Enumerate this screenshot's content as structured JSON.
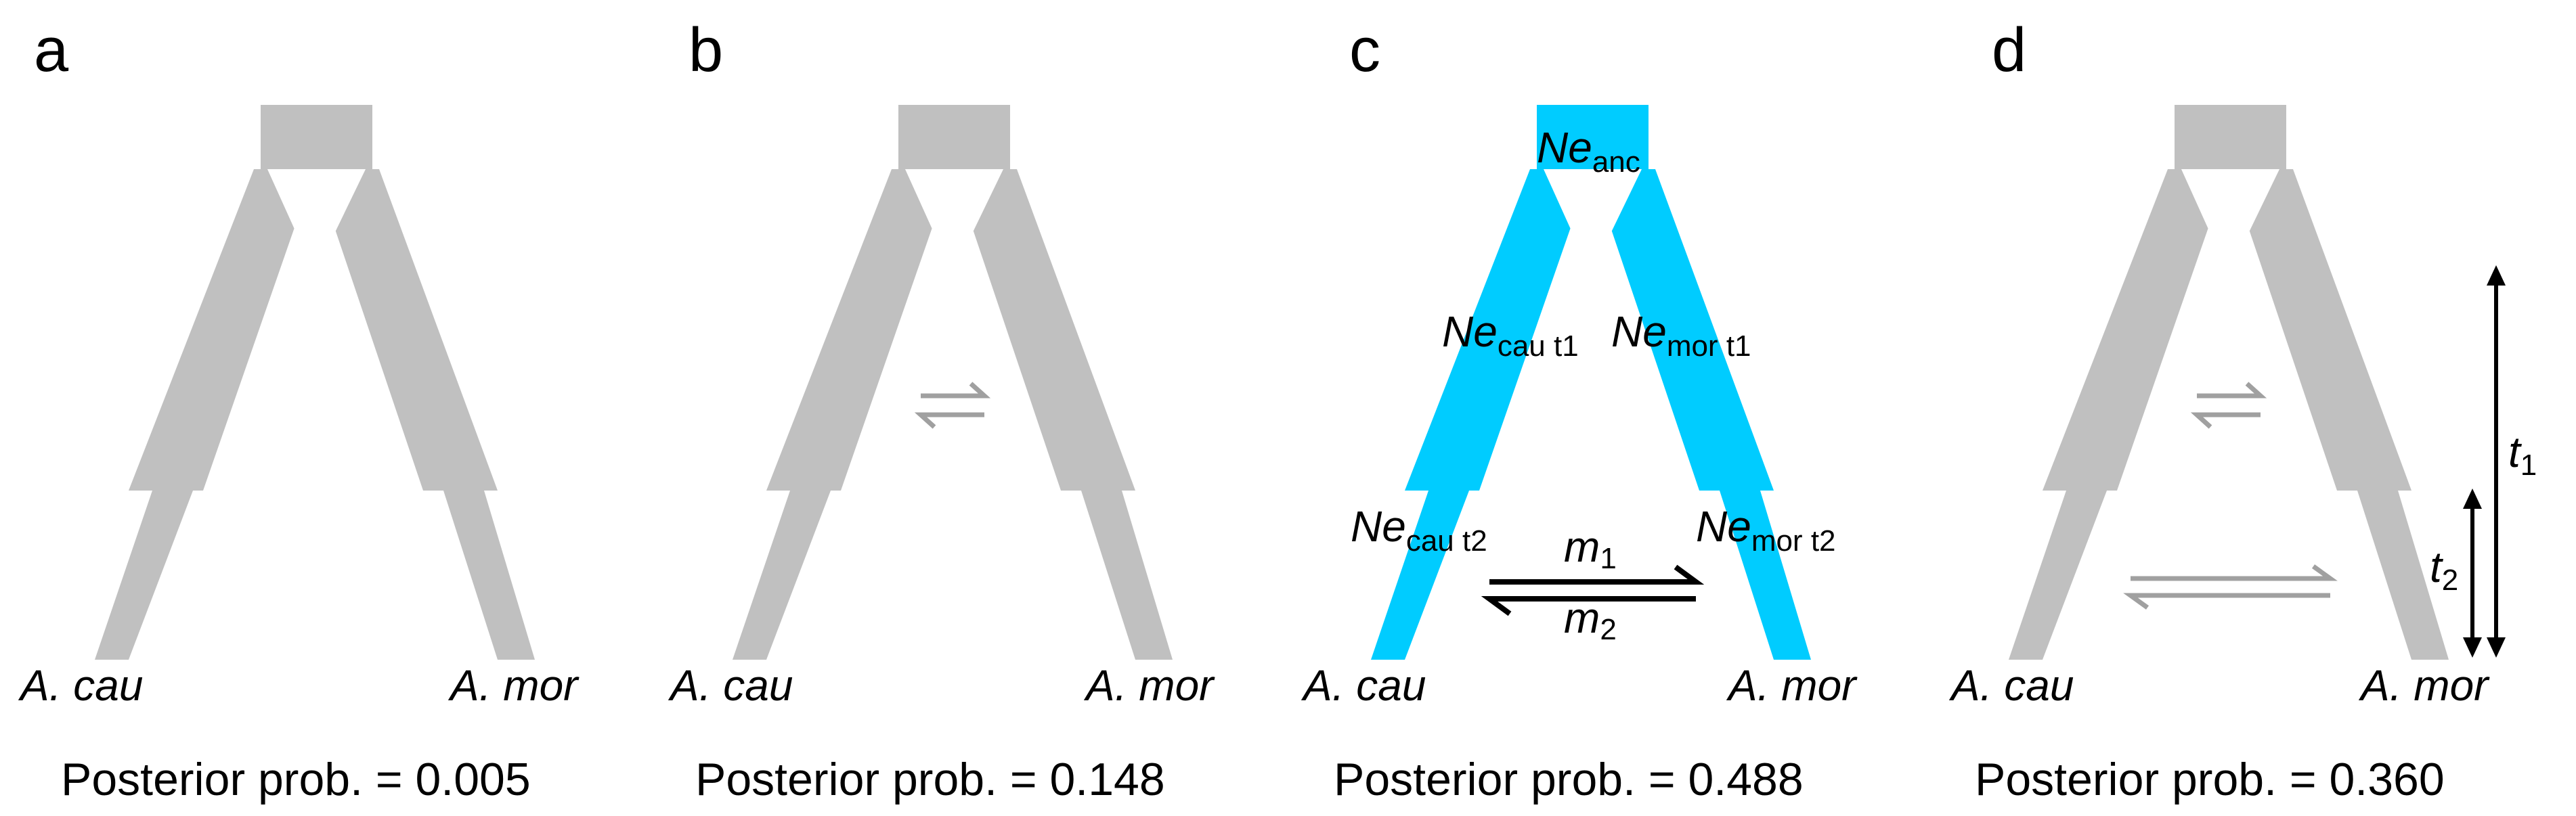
{
  "panels": [
    {
      "letter": "a",
      "color": "#c0c0c0",
      "species_left": "A. cau",
      "species_right": "A. mor",
      "posterior": "Posterior prob. = 0.005",
      "migration": "none"
    },
    {
      "letter": "b",
      "color": "#c0c0c0",
      "species_left": "A. cau",
      "species_right": "A. mor",
      "posterior": "Posterior prob. = 0.148",
      "migration": "ancestral-period"
    },
    {
      "letter": "c",
      "color": "#00ccff",
      "species_left": "A. cau",
      "species_right": "A. mor",
      "posterior": "Posterior prob. = 0.488",
      "migration": "recent-period",
      "labels": {
        "ne_anc": {
          "main": "Ne",
          "sub": "anc"
        },
        "ne_cau_t1": {
          "main": "Ne",
          "sub": "cau t1"
        },
        "ne_mor_t1": {
          "main": "Ne",
          "sub": "mor t1"
        },
        "ne_cau_t2": {
          "main": "Ne",
          "sub": "cau t2"
        },
        "ne_mor_t2": {
          "main": "Ne",
          "sub": "mor t2"
        },
        "m1": {
          "main": "m",
          "sub": "1"
        },
        "m2": {
          "main": "m",
          "sub": "2"
        }
      }
    },
    {
      "letter": "d",
      "color": "#c0c0c0",
      "species_left": "A. cau",
      "species_right": "A. mor",
      "posterior": "Posterior prob. = 0.360",
      "migration": "both-periods",
      "times": {
        "t1": {
          "main": "t",
          "sub": "1"
        },
        "t2": {
          "main": "t",
          "sub": "2"
        }
      }
    }
  ],
  "arrow_color_grey": "#a0a0a0",
  "arrow_color_black": "#000000"
}
